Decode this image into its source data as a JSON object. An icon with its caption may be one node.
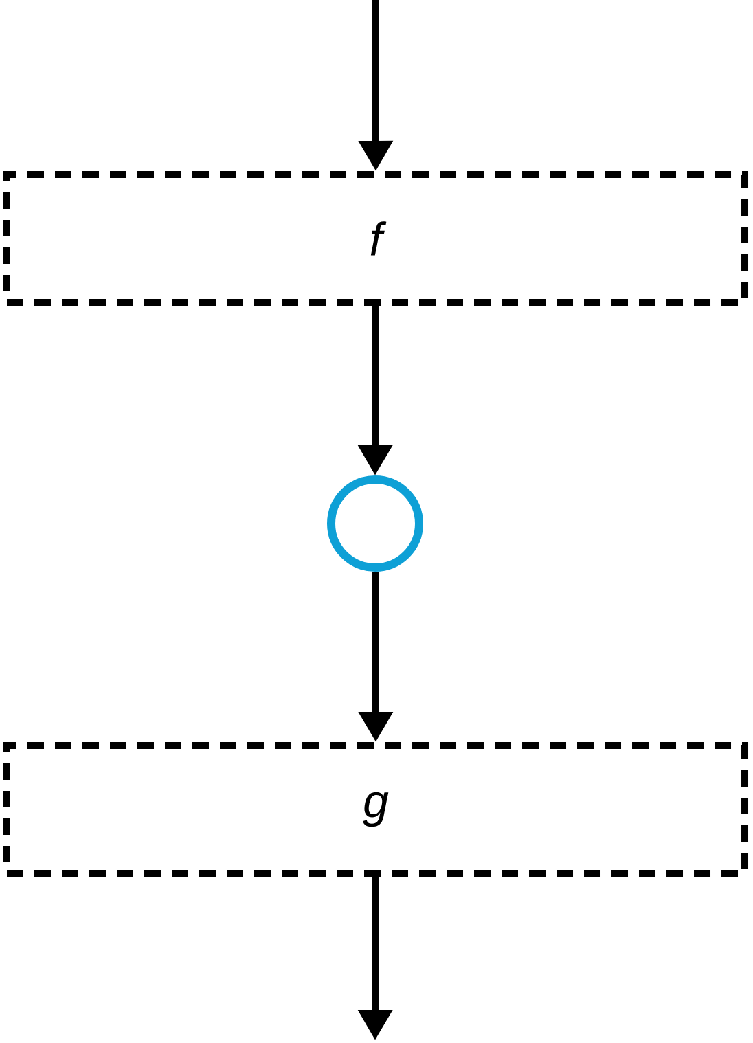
{
  "diagram": {
    "nodes": [
      {
        "text": [
          "f"
        ]
      },
      {
        "text": [],
        "shape": "circle"
      },
      {
        "text": [
          "g"
        ]
      }
    ],
    "edges": [
      {
        "from": null,
        "to": 0,
        "arrow": "to"
      },
      {
        "from": 0,
        "to": 1,
        "arrow": "to"
      },
      {
        "from": 1,
        "to": 2,
        "arrow": "to"
      },
      {
        "from": 2,
        "to": null,
        "arrow": "to"
      }
    ]
  }
}
